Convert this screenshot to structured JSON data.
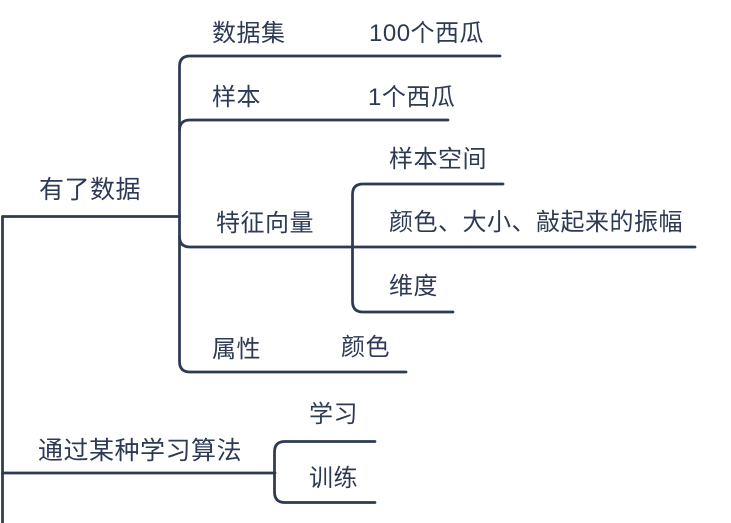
{
  "theme": {
    "ink": "#2e3a54",
    "background": "#ffffff"
  },
  "tree": {
    "branches": [
      {
        "label": "有了数据",
        "children": [
          {
            "label": "数据集",
            "children": [
              {
                "label": "100个西瓜",
                "children": []
              }
            ]
          },
          {
            "label": "样本",
            "children": [
              {
                "label": "1个西瓜",
                "children": []
              }
            ]
          },
          {
            "label": "特征向量",
            "children": [
              {
                "label": "样本空间",
                "children": []
              },
              {
                "label": "颜色、大小、敲起来的振幅",
                "children": []
              },
              {
                "label": "维度",
                "children": []
              }
            ]
          },
          {
            "label": "属性",
            "children": [
              {
                "label": "颜色",
                "children": []
              }
            ]
          }
        ]
      },
      {
        "label": "通过某种学习算法",
        "children": [
          {
            "label": "学习",
            "children": []
          },
          {
            "label": "训练",
            "children": []
          }
        ]
      }
    ]
  }
}
